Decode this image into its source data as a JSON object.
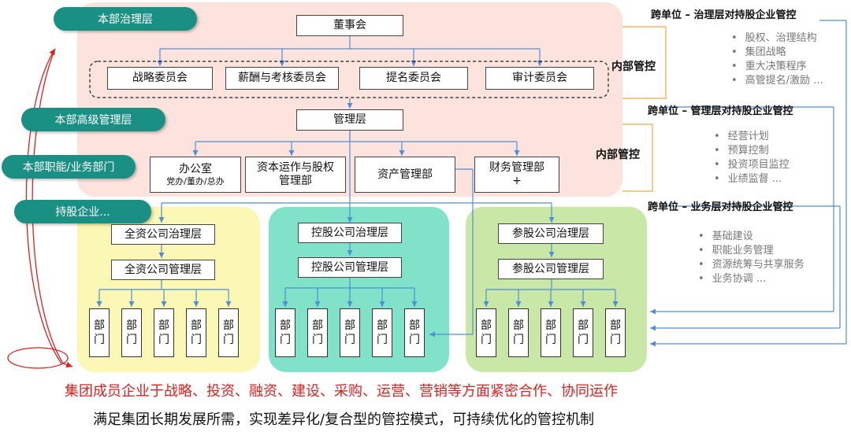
{
  "layers": {
    "governance": "本部治理层",
    "senior_mgmt": "本部高级管理层",
    "functional": "本部职能/业务部门",
    "holding": "持股企业..."
  },
  "board": "董事会",
  "committees": [
    "战略委员会",
    "薪酬与考核委员会",
    "提名委员会",
    "审计委员会"
  ],
  "management": "管理层",
  "departments": {
    "office": "办公室",
    "office_sub": "党办/董办/总办",
    "capital": "资本运作与股权管理部",
    "asset": "资产管理部",
    "finance": "财务管理部",
    "finance_plus": "+"
  },
  "internal_control": "内部管控",
  "subsidiaries": {
    "wholly": {
      "gov": "全资公司治理层",
      "mgmt": "全资公司管理层"
    },
    "controlled": {
      "gov": "控股公司治理层",
      "mgmt": "控股公司管理层"
    },
    "participating": {
      "gov": "参股公司治理层",
      "mgmt": "参股公司管理层"
    }
  },
  "dept_label": "部门",
  "cross_unit": [
    {
      "title": "跨单位 – 治理层对持股企业管控",
      "items": [
        "股权、治理结构",
        "集团战略",
        "重大决策程序",
        "高管提名/激励 ..."
      ]
    },
    {
      "title": "跨单位 – 管理层对持股企业管控",
      "items": [
        "经营计划",
        "预算控制",
        "投资项目监控",
        "业绩监督 ..."
      ]
    },
    {
      "title": "跨单位 – 业务层对持股企业管控",
      "items": [
        "基础建设",
        "职能业务管理",
        "资源统筹与共享服务",
        "业务协调 ..."
      ]
    }
  ],
  "footer": {
    "line1": "集团成员企业于战略、投资、融资、建设、采购、运营、营销等方面紧密合作、协同运作",
    "line2": "满足集团长期发展所需，实现差异化/复合型的管控模式，可持续优化的管控机制"
  },
  "colors": {
    "hq_bg": "#fde3dd",
    "wholly_bg": "#fbf7b4",
    "controlled_bg": "#7fe2c9",
    "participating_bg": "#c9e8a8",
    "pill": "#1a8f84",
    "line_blue": "#4f8fd6",
    "line_orange": "#f2a93b",
    "red": "#e02020"
  }
}
